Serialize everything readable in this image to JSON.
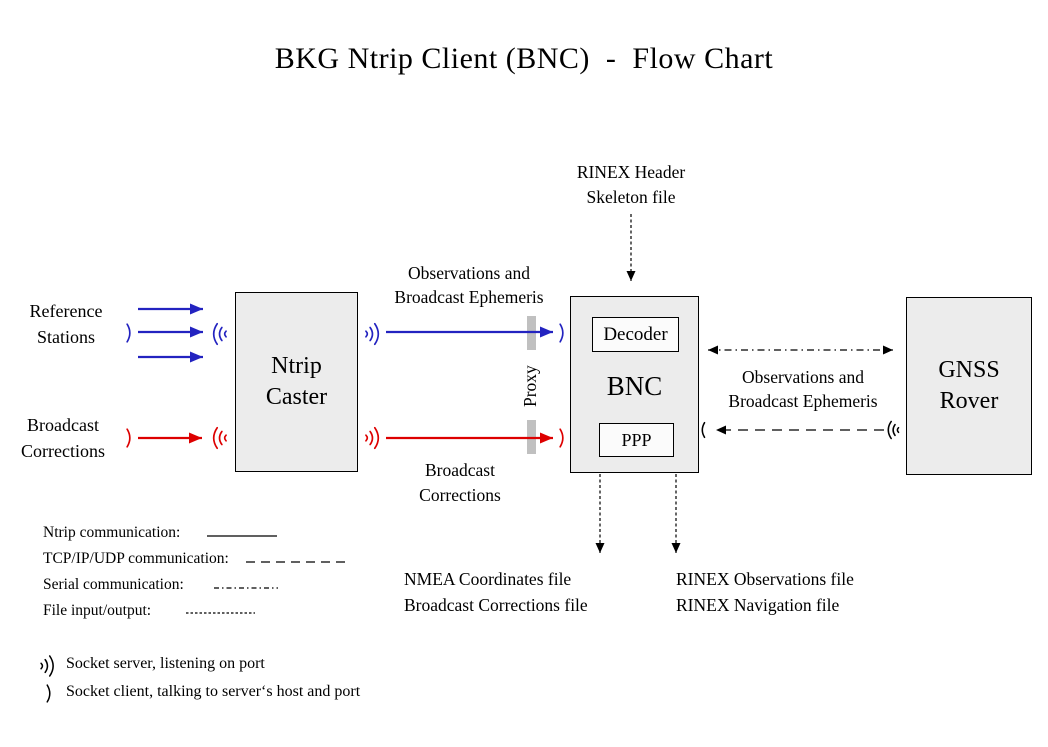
{
  "title": "BKG Ntrip Client (BNC)  -  Flow Chart",
  "nodes": {
    "ntrip_caster": {
      "line1": "Ntrip",
      "line2": "Caster"
    },
    "bnc": {
      "label": "BNC",
      "decoder": "Decoder",
      "ppp": "PPP"
    },
    "gnss_rover": {
      "line1": "GNSS",
      "line2": "Rover"
    }
  },
  "labels": {
    "reference_stations": {
      "line1": "Reference",
      "line2": "Stations"
    },
    "broadcast_corrections_input": {
      "line1": "Broadcast",
      "line2": "Corrections"
    },
    "observations_ephemeris_caster_bnc": {
      "line1": "Observations and",
      "line2": "Broadcast Ephemeris"
    },
    "broadcast_corrections_caster_bnc": {
      "line1": "Broadcast",
      "line2": "Corrections"
    },
    "proxy": "Proxy",
    "rinex_header_skeleton": {
      "line1": "RINEX Header",
      "line2": "Skeleton file"
    },
    "observations_ephemeris_bnc_rover": {
      "line1": "Observations and",
      "line2": "Broadcast Ephemeris"
    },
    "nmea_output": {
      "line1": "NMEA Coordinates file",
      "line2": "Broadcast Corrections file"
    },
    "rinex_output": {
      "line1": "RINEX Observations file",
      "line2": "RINEX Navigation file"
    }
  },
  "legend": {
    "ntrip": "Ntrip communication:",
    "tcp": "TCP/IP/UDP communication:",
    "serial": "Serial communication:",
    "file": "File input/output:",
    "socket_server": "Socket server, listening on port",
    "socket_client": "Socket client, talking to server‘s host and port"
  },
  "icons": {
    "socket_server": ")))",
    "socket_client": ")"
  },
  "colors": {
    "ntrip_blue": "#2323c0",
    "corrections_red": "#dd0000",
    "box_fill": "#ececec",
    "inner_box_fill": "#fbfbfb",
    "proxy_bar": "#c0c0c0",
    "line_black": "#000000"
  }
}
